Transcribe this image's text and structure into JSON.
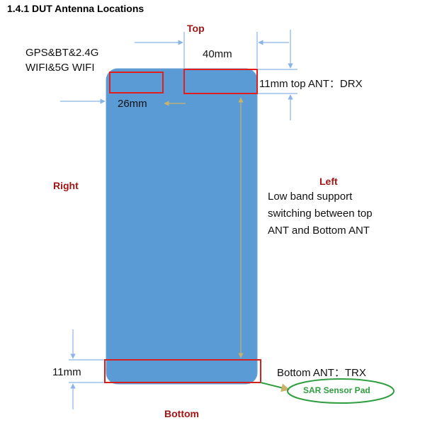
{
  "heading": "1.4.1   DUT Antenna Locations",
  "sides": {
    "top": "Top",
    "bottom": "Bottom",
    "left": "Left",
    "right": "Right"
  },
  "antennas": {
    "wifi_line1": "GPS&BT&2.4G",
    "wifi_line2": "WIFI&5G WIFI",
    "top_ant": "11mm top ANT：DRX",
    "bottom_ant": "Bottom ANT：TRX"
  },
  "dimensions": {
    "top_width": "40mm",
    "wifi_width": "26mm",
    "bottom_height": "11mm"
  },
  "note": {
    "line1": "Low band support",
    "line2": "switching between top",
    "line3": "ANT and Bottom ANT"
  },
  "sensor": "SAR Sensor Pad",
  "colors": {
    "device_fill": "#5b9bd5",
    "antenna_box": "#e01e1e",
    "bottom_box": "#d42020",
    "sensor": "#2e9e3f",
    "dim_arrow": "#8ab4e6",
    "tan_arrow": "#c9b26a",
    "side_label": "#a31515"
  }
}
